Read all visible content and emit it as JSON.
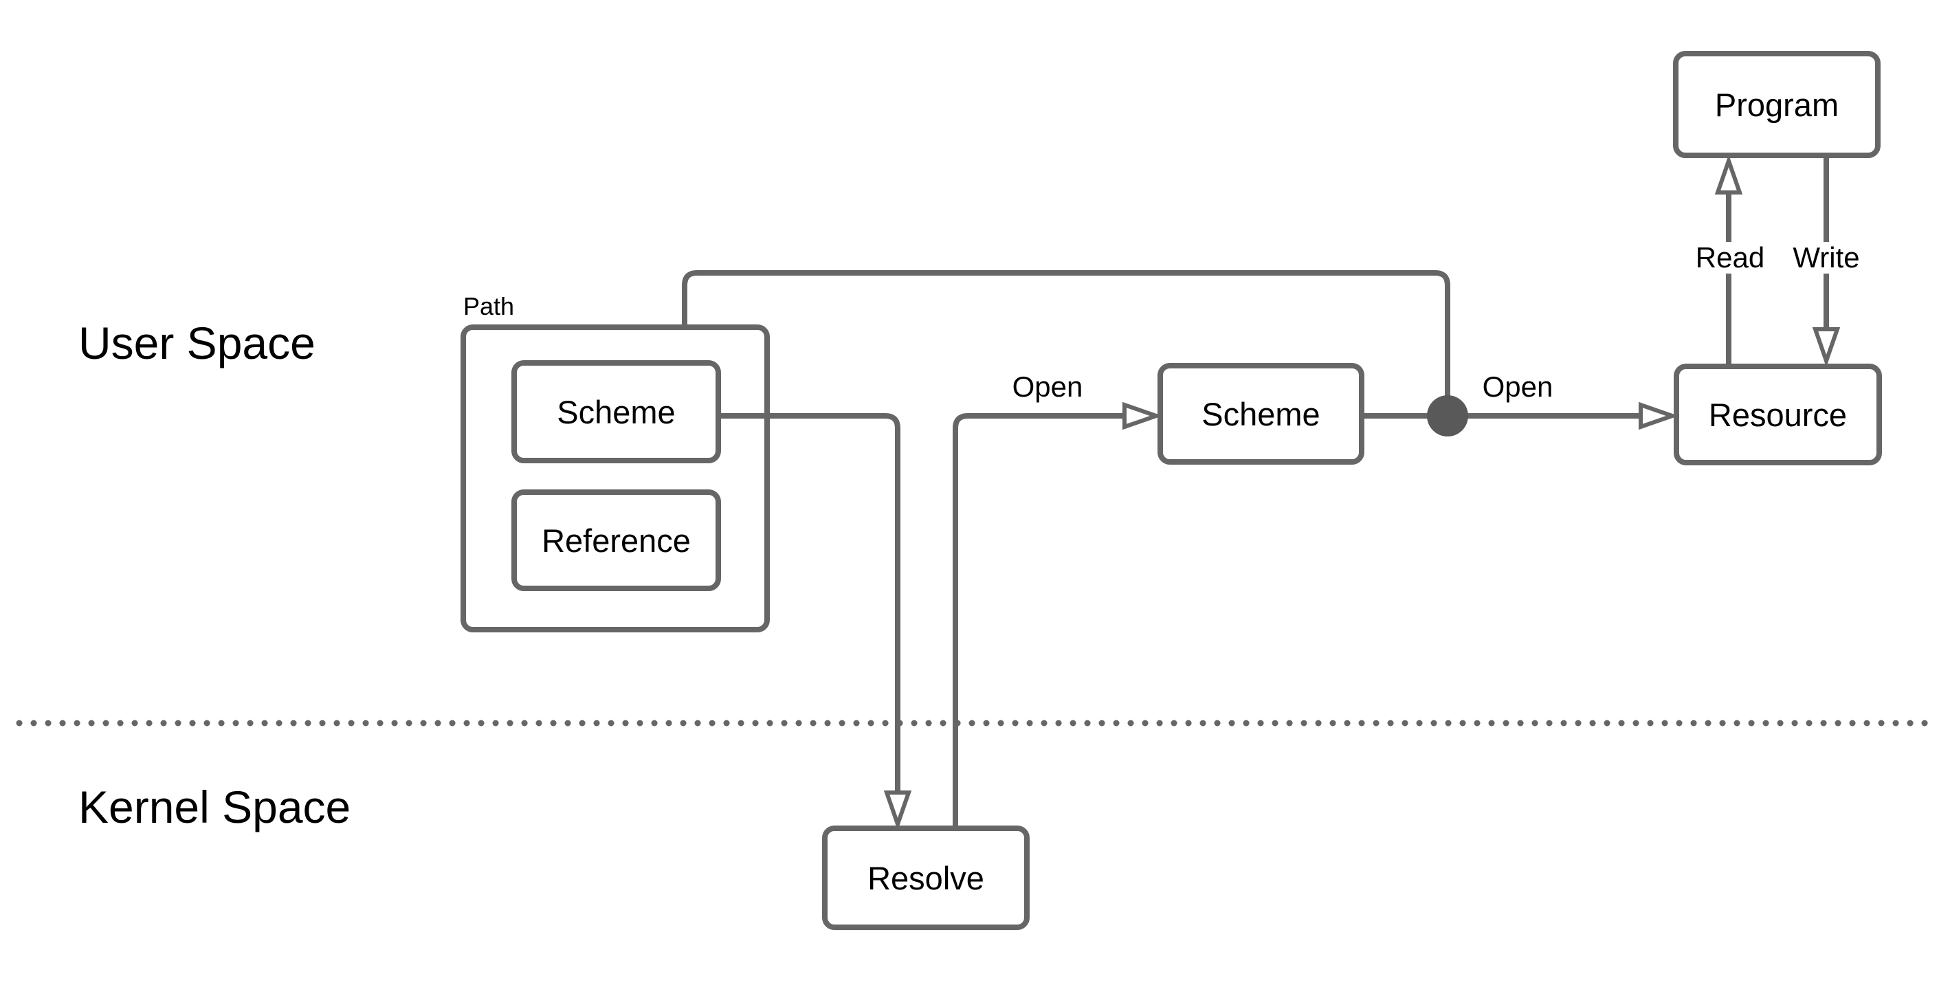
{
  "regions": {
    "user_space": "User Space",
    "kernel_space": "Kernel Space"
  },
  "nodes": {
    "program": "Program",
    "resource": "Resource",
    "scheme_outer": "Scheme",
    "path_group": "Path",
    "scheme_inner": "Scheme",
    "reference": "Reference",
    "resolve": "Resolve"
  },
  "edge_labels": {
    "open_to_scheme": "Open",
    "open_to_resource": "Open",
    "read": "Read",
    "write": "Write"
  },
  "colors": {
    "line": "#666666",
    "junction_dot": "#595959",
    "text": "#000000",
    "background": "#ffffff"
  }
}
